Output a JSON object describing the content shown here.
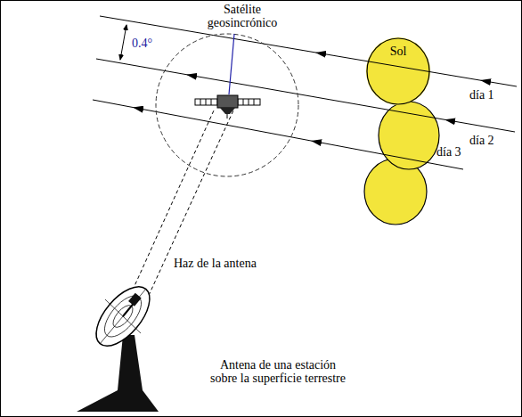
{
  "diagram": {
    "nodes": [
      {
        "text": [
          "Sol"
        ]
      }
    ],
    "labels": [
      "Satélite geosincrónico",
      "0.4°",
      "día 1",
      "día 2",
      "día 3",
      "Haz de la antena",
      "Antena de una estación sobre la superficie terrestre"
    ]
  }
}
